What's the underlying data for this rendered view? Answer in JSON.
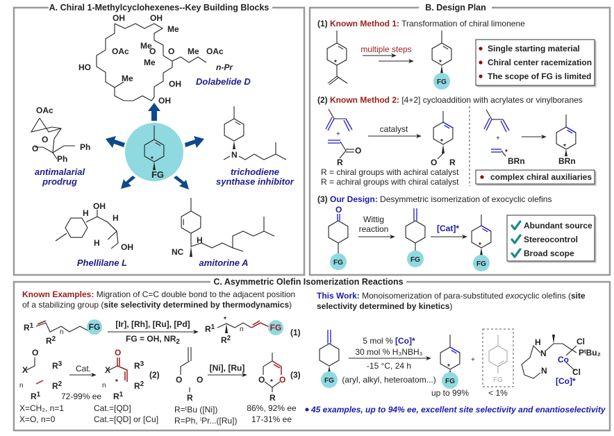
{
  "colors": {
    "known_method_red": "#9b1b1b",
    "our_design_blue": "#1a1ab0",
    "compound_name_navy": "#1d1d8c",
    "fg_circle_cyan": "#8fd9e1",
    "hub_arrow_blue": "#0d4a8a",
    "check_teal": "#1e8a86"
  },
  "panel_a": {
    "title": "A. Chiral 1-Methylcyclohexenes--Key Building Blocks",
    "hub": {
      "fg": "FG",
      "star": "*"
    },
    "dolabelide": {
      "name": "Dolabelide D",
      "labels": [
        "OH",
        "OH",
        "Me",
        "Me",
        "O",
        "O",
        "OAc",
        "Me",
        "OAc",
        "HO",
        "Me",
        "n-Pr",
        "Me",
        "OH",
        "OH"
      ]
    },
    "antimalarial": {
      "name_line1": "antimalarial",
      "name_line2": "prodrug",
      "labels": [
        "OAc",
        "O",
        "O",
        "Ph",
        "Ph"
      ]
    },
    "trichodiene": {
      "name_line1": "trichodiene",
      "name_line2": "synthase inhibitor",
      "labels": [
        "N"
      ]
    },
    "phellilane": {
      "name": "Phellilane L",
      "labels": [
        "OH",
        "H",
        "H",
        "H",
        "OH"
      ]
    },
    "amitorine": {
      "name": "amitorine A",
      "labels": [
        "H",
        "NC"
      ]
    }
  },
  "panel_b": {
    "title": "B. Design Plan",
    "method1": {
      "num": "(1)",
      "label": "Known Method 1:",
      "desc": "Transformation of chiral limonene",
      "arrow_label": "multiple steps",
      "fg": "FG",
      "star": "*",
      "bullets": [
        "Single starting material",
        "Chiral center racemization",
        "The scope of FG is limited"
      ]
    },
    "method2": {
      "num": "(2)",
      "label": "Known Method 2:",
      "desc": "[4+2] cycloaddition with acrylates or vinylboranes",
      "plus": "+",
      "arrow_label": "catalyst",
      "labels": [
        "O",
        "R",
        "O",
        "R",
        "BRn",
        "BRn",
        "*",
        "*",
        "*"
      ],
      "notes": [
        "R = chiral groups with achiral catalyst",
        "R = achiral groups with chiral catalyst"
      ],
      "bullet": "complex chiral auxiliaries"
    },
    "design": {
      "num": "(3)",
      "label": "Our Design:",
      "desc": "Desymmetric isomerization of exocyclic olefins",
      "ketone_o": "O",
      "step1_line1": "Wittig",
      "step1_line2": "reaction",
      "step2": "[Cat]*",
      "fg": "FG",
      "star": "*",
      "checks": [
        "Abundant source",
        "Stereocontrol",
        "Broad scope"
      ]
    }
  },
  "panel_c": {
    "title": "C. Asymmetric Olefin Isomerization Reactions",
    "known": {
      "label": "Known Examples:",
      "desc1": "Migration of C=C double bond to the adjacent position",
      "desc2a": "of a stabilizing group (",
      "desc2b": "site selectivity determined by thermodynamics",
      "desc2c": ")",
      "rxn1": {
        "cond1": "[Ir], [Rh], [Ru], [Pd]",
        "cond2": "FG = OH, NR",
        "cond2_sub": "2",
        "tag": "(1)",
        "labels": [
          "R",
          "1",
          "R",
          "2",
          "n",
          "FG",
          "R",
          "1",
          "R",
          "2",
          "n",
          "FG",
          "*"
        ]
      },
      "rxn2": {
        "cond": "Cat.",
        "tag": "(2)",
        "ee": "72-99% ee",
        "labels": [
          "O",
          "X",
          "R",
          "3",
          "R",
          "2",
          "R",
          "1",
          "n",
          "O",
          "X",
          "R",
          "3",
          "R",
          "2",
          "R",
          "1",
          "n",
          "*"
        ],
        "rows": [
          "X=CH₂, n=1",
          "X=O, n=0"
        ],
        "cats": [
          "Cat.=[QD]",
          "Cat.=[QD] or [Cu]"
        ]
      },
      "rxn3": {
        "cond": "[Ni], [Ru]",
        "tag": "(3)",
        "labels": [
          "O",
          "O",
          "R",
          "O",
          "O",
          "R",
          "*"
        ],
        "rows": [
          "R=ᵗBu ([Ni])",
          "R=Ph, ⁱPr...([Ru])"
        ],
        "results": [
          "86%, 92% ee",
          "17-31% ee"
        ]
      }
    },
    "this_work": {
      "label": "This Work:",
      "desc1a": "Monoisomerization of para-substituted ",
      "desc1b": "exo",
      "desc1c": "cyclic olefins (",
      "desc1d": "site",
      "desc2a": "selectivity determined by kinetics",
      "desc2b": ")",
      "cond1a": "5 mol % ",
      "cond1b": "[Co]*",
      "cond2": "30 mol % H₃NBH₃",
      "cond3": "-15 °C, 24 h",
      "scope": "(aryl, alkyl, heteroatom...)",
      "fg": "FG",
      "star": "*",
      "plus": "+",
      "major_yield": "up to 99%",
      "minor_yield": "< 1%",
      "catalyst": {
        "labels": [
          "H",
          "N",
          "Cl",
          "PᵗBu₂",
          "Co",
          "N",
          "Cl"
        ],
        "name": "[Co]*"
      },
      "summary": "45 examples, up to 94% ee, excellent site selectivity and enantioselectivity"
    }
  }
}
